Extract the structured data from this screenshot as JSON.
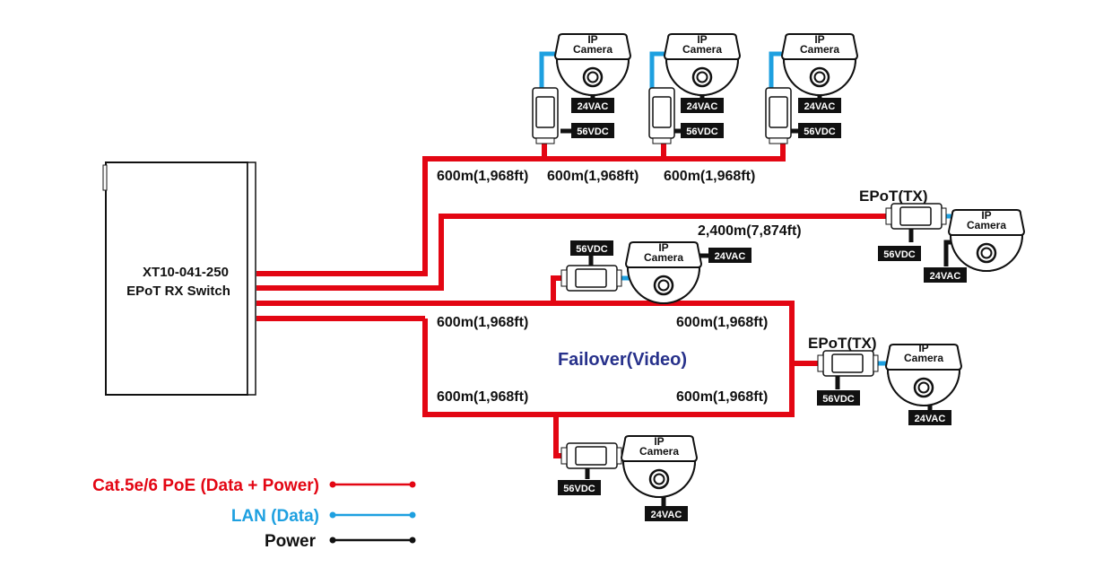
{
  "colors": {
    "poe": "#e30613",
    "lan": "#1ea0e0",
    "power": "#111111",
    "failover_text": "#27318b"
  },
  "switch": {
    "model": "XT10-041-250",
    "name": "EPoT RX Switch"
  },
  "cameras": {
    "label_line1": "IP",
    "label_line2": "Camera"
  },
  "power_tags": {
    "ac": "24VAC",
    "dc": "56VDC"
  },
  "top_chain": {
    "segments": [
      "600m(1,968ft)",
      "600m(1,968ft)",
      "600m(1,968ft)"
    ]
  },
  "long_run": {
    "distance": "2,400m(7,874ft)",
    "tx_label": "EPoT(TX)"
  },
  "failover_ring": {
    "title": "Failover(Video)",
    "top_left": "600m(1,968ft)",
    "top_right": "600m(1,968ft)",
    "bottom_left": "600m(1,968ft)",
    "bottom_right": "600m(1,968ft)",
    "tx_label": "EPoT(TX)"
  },
  "legend": [
    {
      "label": "Cat.5e/6 PoE (Data + Power)",
      "type": "poe"
    },
    {
      "label": "LAN (Data)",
      "type": "lan"
    },
    {
      "label": "Power",
      "type": "power"
    }
  ]
}
